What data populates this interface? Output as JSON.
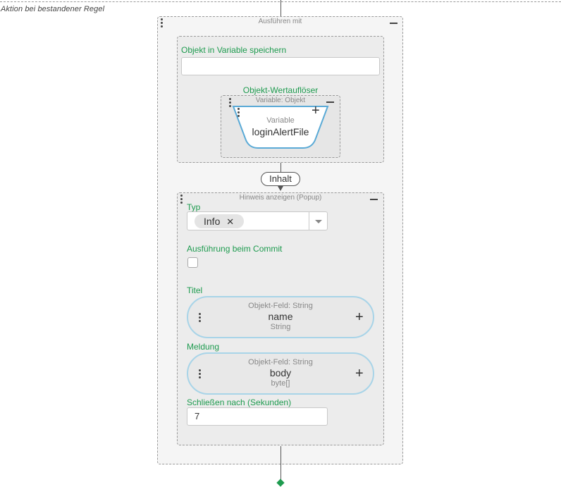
{
  "rule_section_label": "Aktion bei bestandener Regel",
  "outer_block": {
    "title": "Ausführen mit"
  },
  "store_block": {
    "label": "Objekt in Variable speichern",
    "input_value": "",
    "resolver_label": "Objekt-Wertauflöser",
    "resolver_block_title": "Variable: Objekt",
    "variable_node": {
      "type_label": "Variable",
      "name": "loginAlertFile"
    }
  },
  "connector_label": "Inhalt",
  "popup_block": {
    "title": "Hinweis anzeigen (Popup)",
    "typ_label": "Typ",
    "typ_chip": "Info",
    "chip_remove": "✕",
    "commit_label": "Ausführung beim Commit",
    "commit_checked": false,
    "titel_label": "Titel",
    "titel_node": {
      "kind": "Objekt-Feld: String",
      "name": "name",
      "type": "String"
    },
    "meldung_label": "Meldung",
    "meldung_node": {
      "kind": "Objekt-Feld: String",
      "name": "body",
      "type": "byte[]"
    },
    "close_label": "Schließen nach (Sekunden)",
    "close_value": "7"
  },
  "colors": {
    "accent_green": "#1e9b4f",
    "node_blue": "#5aaad6",
    "pill_border": "#a8d4e8"
  }
}
